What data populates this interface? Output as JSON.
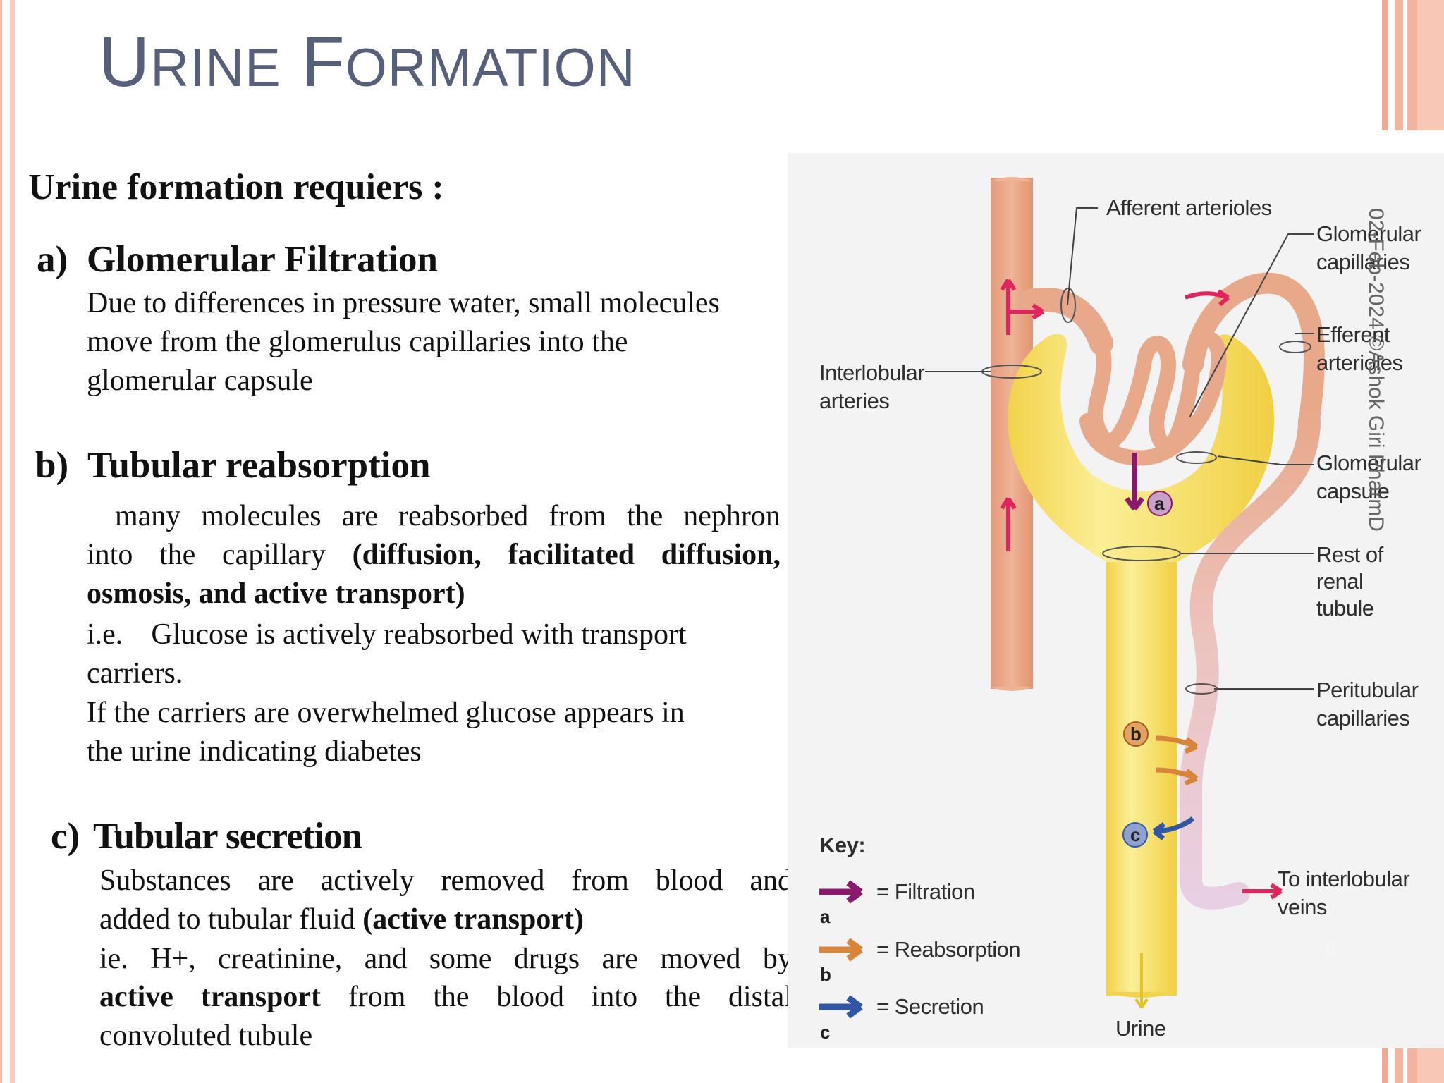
{
  "slide": {
    "title_first_letter_1": "U",
    "title_rest_1": "RINE",
    "title_first_letter_2": "F",
    "title_rest_2": "ORMATION",
    "intro": "Urine formation requiers :",
    "section_a": {
      "label": "a)",
      "heading": "Glomerular Filtration",
      "lines": [
        "Due to differences in pressure water, small molecules",
        "move from the glomerulus capillaries into the",
        "glomerular capsule"
      ]
    },
    "section_b": {
      "label": "b)",
      "heading": "Tubular reabsorption",
      "line1_words": [
        "many",
        "molecules",
        "are",
        "reabsorbed",
        "from",
        "the",
        "nephron"
      ],
      "line2_words": [
        "into",
        "the",
        "capillary",
        "(diffusion,",
        "facilitated",
        "diffusion,"
      ],
      "line3": "osmosis, and active transport)",
      "line4_prefix": "i.e.",
      "line4_text": "Glucose is actively reabsorbed with transport",
      "line5": "carriers.",
      "line6": "If the carriers are overwhelmed glucose appears in",
      "line7": "the urine indicating diabetes"
    },
    "section_c": {
      "label": "c)",
      "heading": "Tubular secretion",
      "line1_words": [
        "Substances",
        "are",
        "actively",
        "removed",
        "from",
        "blood",
        "and"
      ],
      "line2_normal": "added to tubular fluid ",
      "line2_bold": "(active transport)",
      "line3_words": [
        "ie.",
        "H+,",
        "creatinine,",
        "and",
        "some",
        "drugs",
        "are",
        "moved",
        "by"
      ],
      "line4_words": [
        "active",
        "transport",
        "from",
        "the",
        "blood",
        "into",
        "the",
        "distal"
      ],
      "line5": "convoluted tubule"
    }
  },
  "diagram": {
    "labels": {
      "afferent": "Afferent arterioles",
      "glom_cap_1": "Glomerular",
      "glom_cap_2": "capillaries",
      "efferent_1": "Efferent",
      "efferent_2": "arterioles",
      "interlobular_1": "Interlobular",
      "interlobular_2": "arteries",
      "glom_capsule_1": "Glomerular",
      "glom_capsule_2": "capsule",
      "rest_1": "Rest of",
      "rest_2": "renal",
      "rest_3": "tubule",
      "peritubular_1": "Peritubular",
      "peritubular_2": "capillaries",
      "veins_1": "To interlobular",
      "veins_2": "veins",
      "urine": "Urine",
      "key": "Key:",
      "key_filtration": "= Filtration",
      "key_reabsorption": "= Reabsorption",
      "key_secretion": "= Secretion",
      "letter_a": "a",
      "letter_b": "b",
      "letter_c": "c",
      "badge_a": "a",
      "badge_b": "b",
      "badge_c": "c"
    },
    "colors": {
      "artery": "#e8a98a",
      "tubule": "#f6e16a",
      "peritubular": "#e8c9dc",
      "filtration": "#8b1a6e",
      "reabsorption": "#d9843a",
      "secretion": "#3256a6",
      "blood_arrow": "#e0245e"
    },
    "watermark": "02-Feb-2024  ©Ashok Giri PharmD",
    "page_number": "8"
  }
}
